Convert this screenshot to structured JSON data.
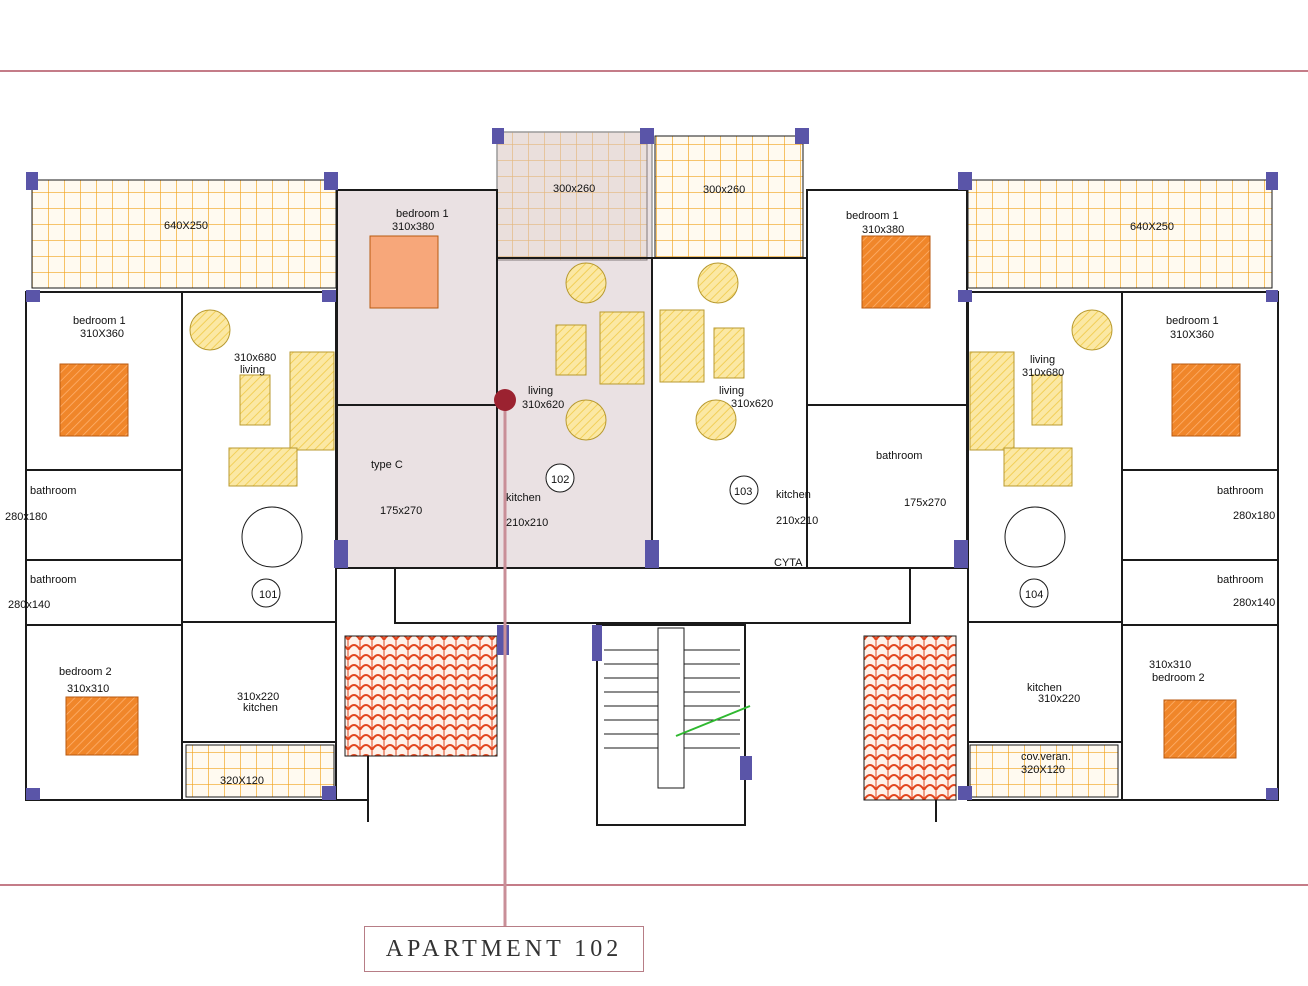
{
  "colors": {
    "wall": "#1a1a1a",
    "column": "#5a55a8",
    "tile_grid": "#f2a31c",
    "roof_tile": "#e2461f",
    "bed_fill": "#f0862a",
    "furniture": "#f2cf58",
    "highlight": "#d8c8cc",
    "callout": "#9b2230",
    "accent_line": "#b05060"
  },
  "callout": {
    "label": "APARTMENT 102"
  },
  "rooms": {
    "b_640x250_left": "640X250",
    "b_640x250_right": "640X250",
    "b_300x260_a": "300x260",
    "b_300x260_b": "300x260",
    "apt101": {
      "number": "101",
      "bedroom1_name": "bedroom 1",
      "bedroom1_size": "310X360",
      "living_size": "310x680",
      "living_name": "living",
      "bathroom1_name": "bathroom",
      "bathroom1_size": "280x180",
      "bathroom2_name": "bathroom",
      "bathroom2_size": "280x140",
      "bedroom2_name": "bedroom 2",
      "bedroom2_size": "310x310",
      "kitchen_size": "310x220",
      "kitchen_name": "kitchen",
      "veranda_size": "320X120"
    },
    "apt102": {
      "number": "102",
      "bedroom1_name": "bedroom 1",
      "bedroom1_size": "310x380",
      "living_name": "living",
      "living_size": "310x620",
      "type": "type C",
      "bath_size": "175x270",
      "kitchen_name": "kitchen",
      "kitchen_size": "210x210"
    },
    "apt103": {
      "number": "103",
      "bedroom1_name": "bedroom 1",
      "bedroom1_size": "310x380",
      "living_name": "living",
      "living_size": "310x620",
      "bathroom_name": "bathroom",
      "bath_size": "175x270",
      "kitchen_name": "kitchen",
      "kitchen_size": "210x210",
      "cyta": "CYTA"
    },
    "apt104": {
      "number": "104",
      "bedroom1_name": "bedroom 1",
      "bedroom1_size": "310X360",
      "living_name": "living",
      "living_size": "310x680",
      "bathroom1_name": "bathroom",
      "bathroom1_size": "280x180",
      "bathroom2_name": "bathroom",
      "bathroom2_size": "280x140",
      "kitchen_name": "kitchen",
      "kitchen_size": "310x220",
      "bedroom2_size": "310x310",
      "bedroom2_name": "bedroom 2",
      "veranda_name": "cov.veran.",
      "veranda_size": "320X120"
    }
  }
}
